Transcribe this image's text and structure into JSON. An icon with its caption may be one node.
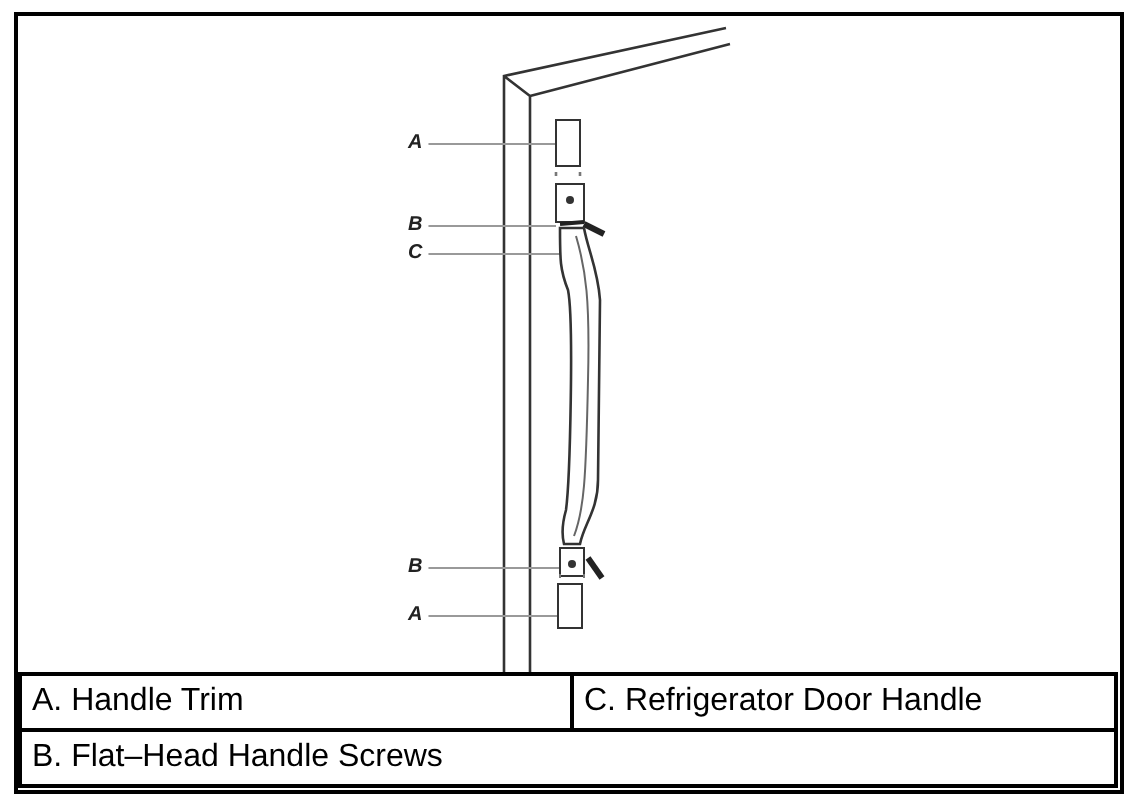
{
  "diagram": {
    "nodes": [
      {
        "text": [
          "A"
        ]
      },
      {
        "text": [
          "B"
        ]
      },
      {
        "text": [
          "C"
        ]
      },
      {
        "text": [
          "B"
        ]
      },
      {
        "text": [
          "A"
        ]
      },
      {
        "text": [],
        "shape": "box"
      },
      {
        "text": [],
        "shape": "picture"
      },
      {
        "text": [],
        "shape": "picture"
      },
      {
        "text": [],
        "shape": "picture"
      },
      {
        "text": [],
        "shape": "box"
      }
    ],
    "edges": [
      {
        "from": 0,
        "to": 5,
        "arrow": "none"
      },
      {
        "from": 1,
        "to": 6,
        "arrow": "none"
      },
      {
        "from": 2,
        "to": 7,
        "arrow": "none"
      },
      {
        "from": 3,
        "to": 8,
        "arrow": "none"
      },
      {
        "from": 4,
        "to": 9,
        "arrow": "none"
      }
    ],
    "labels": [
      "A. Handle Trim",
      "C. Refrigerator Door Handle",
      "B. Flat–Head Handle Screws"
    ]
  }
}
